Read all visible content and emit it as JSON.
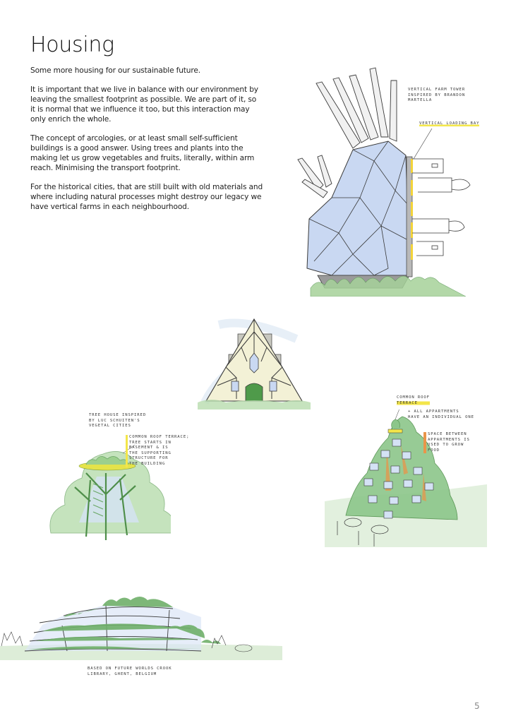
{
  "page": {
    "title": "Housing",
    "paragraphs": [
      "Some more housing for our sustainable future.",
      "It is important that we live in balance with our environment by leaving the smallest footprint as possible. We are part of it, so it is normal that we influence it too, but this interaction may only enrich the whole.",
      "The concept of arcologies, or at least small self-sufficient buildings is a good answer. Using trees and plants into the making let us grow vegetables and fruits, literally, within arm reach. Minimising the transport footprint.",
      "For the historical cities, that are still built with old materials and where including natural processes might destroy our legacy we have vertical farms in each neighbourhood."
    ],
    "page_number": "5"
  },
  "sketches": {
    "vertical_farm": {
      "note_main": "Vertical farm tower\ninspired by Brandon\nMartella",
      "note_loading": "Vertical loading bay"
    },
    "a_frame_house": {},
    "tree_house": {
      "note_title": "Tree house inspired\nby Luc Schuiten's\nvegetal cities",
      "note_terrace": "Common roof terrace;\ntree starts in\nbasement & is\nthe supporting\nstructure for\nthe building"
    },
    "apartment_hill": {
      "note_roof": "Common roof\nterrace",
      "note_all": "+ All appartments\nhave an individual one",
      "note_space": "Space between\nappartments is\nused to grow\nfood"
    },
    "terraced_library": {
      "note": "Based on future worlds crook\nlibrary, Ghent, Belgium"
    }
  },
  "colors": {
    "pencil": "#3a3a3a",
    "glass_blue": "#c9d8f2",
    "foliage_green": "#8cc68a",
    "dark_green": "#4f8f4a",
    "highlight_yellow": "#f3e64a",
    "highlight_orange": "#e9954a",
    "page_number_gray": "#8a8a8a"
  }
}
